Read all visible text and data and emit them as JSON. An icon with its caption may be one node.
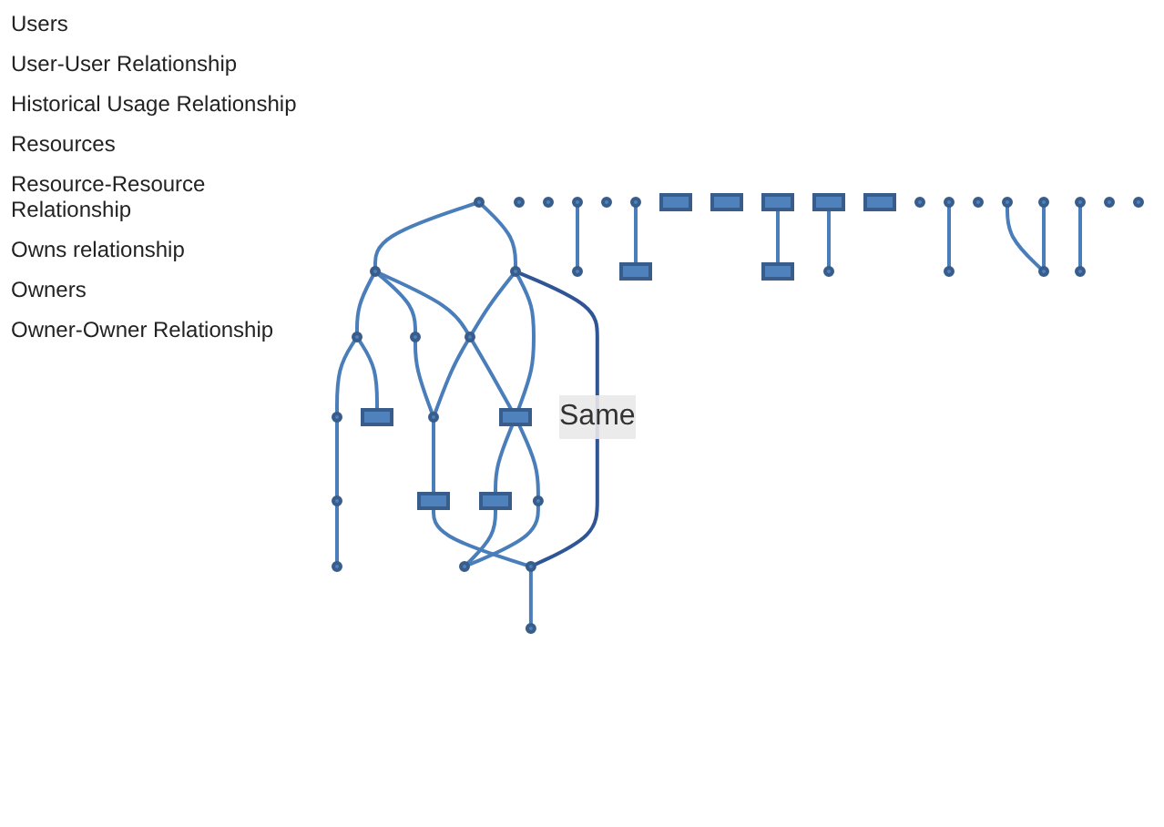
{
  "diagram": {
    "nodes": [
      {
        "text": [],
        "shape": "circle"
      },
      {
        "text": [],
        "shape": "circle"
      },
      {
        "text": [],
        "shape": "circle"
      },
      {
        "text": [],
        "shape": "circle"
      },
      {
        "text": [],
        "shape": "circle"
      },
      {
        "text": [],
        "shape": "circle"
      },
      {
        "text": [],
        "shape": "circle"
      },
      {
        "text": [],
        "shape": "circle"
      },
      {
        "text": [],
        "shape": "circle"
      },
      {
        "text": [],
        "shape": "circle"
      },
      {
        "text": [],
        "shape": "circle"
      },
      {
        "text": [],
        "shape": "circle"
      },
      {
        "text": [],
        "shape": "circle"
      },
      {
        "text": [],
        "shape": "circle"
      },
      {
        "text": [],
        "shape": "circle"
      },
      {
        "text": [],
        "shape": "circle"
      },
      {
        "text": [],
        "shape": "box"
      },
      {
        "text": [],
        "shape": "box"
      },
      {
        "text": [],
        "shape": "box"
      },
      {
        "text": [],
        "shape": "box"
      },
      {
        "text": [],
        "shape": "box"
      },
      {
        "text": [],
        "shape": "box"
      },
      {
        "text": [],
        "shape": "box"
      },
      {
        "text": [],
        "shape": "box"
      },
      {
        "text": [],
        "shape": "box"
      },
      {
        "text": [],
        "shape": "box"
      },
      {
        "text": [],
        "shape": "box"
      },
      {
        "text": [],
        "shape": "circle"
      },
      {
        "text": [],
        "shape": "circle"
      },
      {
        "text": [],
        "shape": "circle"
      },
      {
        "text": [],
        "shape": "circle"
      },
      {
        "text": [],
        "shape": "circle"
      },
      {
        "text": [],
        "shape": "circle"
      },
      {
        "text": [],
        "shape": "circle"
      },
      {
        "text": [],
        "shape": "circle"
      },
      {
        "text": [],
        "shape": "circle"
      },
      {
        "text": [],
        "shape": "circle"
      },
      {
        "text": [],
        "shape": "circle"
      },
      {
        "text": [],
        "shape": "circle"
      },
      {
        "text": [],
        "shape": "circle"
      },
      {
        "text": [],
        "shape": "circle"
      },
      {
        "text": [],
        "shape": "circle"
      },
      {
        "text": [],
        "shape": "circle"
      }
    ],
    "edges": [
      {
        "from": 0,
        "to": 1,
        "arrow": "none"
      },
      {
        "from": 0,
        "to": 6,
        "arrow": "none"
      },
      {
        "from": 1,
        "to": 2,
        "arrow": "none"
      },
      {
        "from": 1,
        "to": 5,
        "arrow": "none"
      },
      {
        "from": 1,
        "to": 7,
        "arrow": "none"
      },
      {
        "from": 6,
        "to": 7,
        "arrow": "none"
      },
      {
        "from": 7,
        "to": 8,
        "arrow": "none"
      },
      {
        "from": 5,
        "to": 8,
        "arrow": "none"
      },
      {
        "from": 2,
        "to": 3,
        "arrow": "none"
      },
      {
        "from": 3,
        "to": 9,
        "arrow": "none"
      },
      {
        "from": 9,
        "to": 14,
        "arrow": "none"
      },
      {
        "from": 11,
        "to": 13,
        "arrow": "none"
      },
      {
        "from": 2,
        "to": 20,
        "arrow": "none"
      },
      {
        "from": 15,
        "to": 21,
        "arrow": "none"
      },
      {
        "from": 6,
        "to": 17,
        "arrow": "none"
      },
      {
        "from": 7,
        "to": 17,
        "arrow": "none"
      },
      {
        "from": 8,
        "to": 16,
        "arrow": "none"
      },
      {
        "from": 17,
        "to": 23,
        "arrow": "none"
      },
      {
        "from": 22,
        "to": 26,
        "arrow": "none"
      },
      {
        "from": 17,
        "to": 27,
        "arrow": "none"
      },
      {
        "from": 16,
        "to": 34,
        "arrow": "none"
      },
      {
        "from": 23,
        "to": 28,
        "arrow": "none"
      },
      {
        "from": 24,
        "to": 30,
        "arrow": "none"
      },
      {
        "from": 27,
        "to": 28,
        "arrow": "none"
      },
      {
        "from": 34,
        "to": 35,
        "arrow": "none"
      },
      {
        "from": 36,
        "to": 37,
        "arrow": "none"
      },
      {
        "from": 38,
        "to": 40,
        "arrow": "none"
      },
      {
        "from": 31,
        "to": 40,
        "arrow": "none"
      },
      {
        "from": 33,
        "to": 42,
        "arrow": "none"
      },
      {
        "from": 6,
        "to": 34,
        "arrow": "none",
        "label": "Same",
        "color": "#2f5597"
      }
    ],
    "labels": [
      "Users",
      "User-User Relationship",
      "Historical Usage Relationship",
      "Resources",
      "Resource-Resource Relationship",
      "Owns relationship",
      "Owners",
      "Owner-Owner Relationship"
    ]
  }
}
